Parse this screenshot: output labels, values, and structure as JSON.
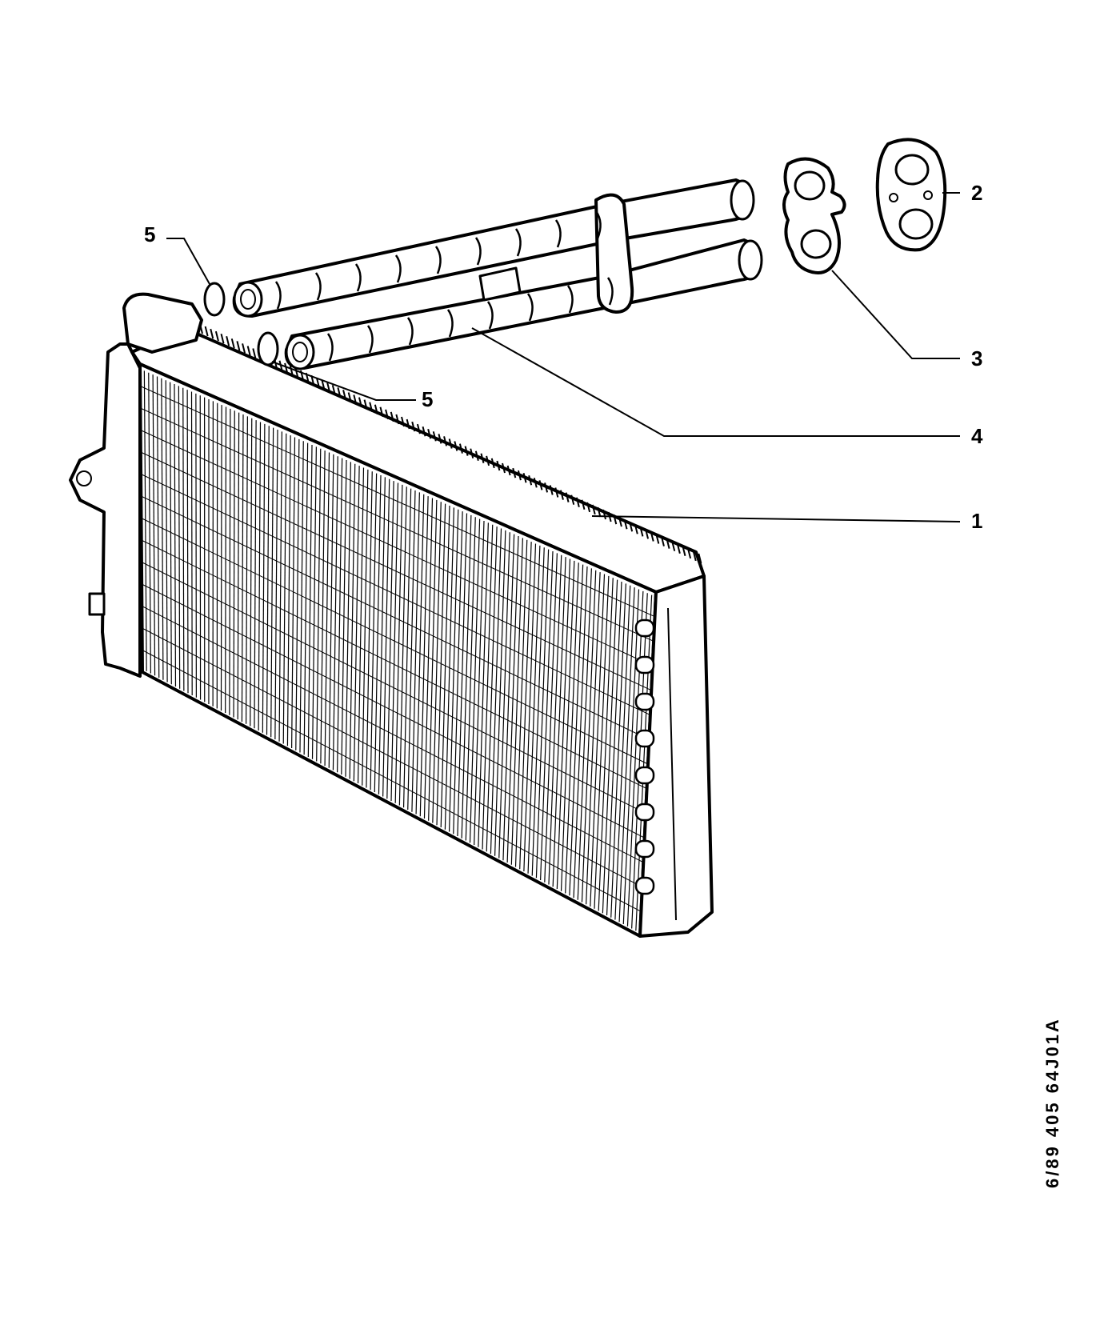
{
  "callouts": [
    {
      "id": "1",
      "text": "1"
    },
    {
      "id": "2",
      "text": "2"
    },
    {
      "id": "3",
      "text": "3"
    },
    {
      "id": "4",
      "text": "4"
    },
    {
      "id": "5a",
      "text": "5"
    },
    {
      "id": "5b",
      "text": "5"
    }
  ],
  "reference": "6/89 405 64J01A",
  "colors": {
    "ink": "#000000",
    "paper": "#ffffff"
  }
}
